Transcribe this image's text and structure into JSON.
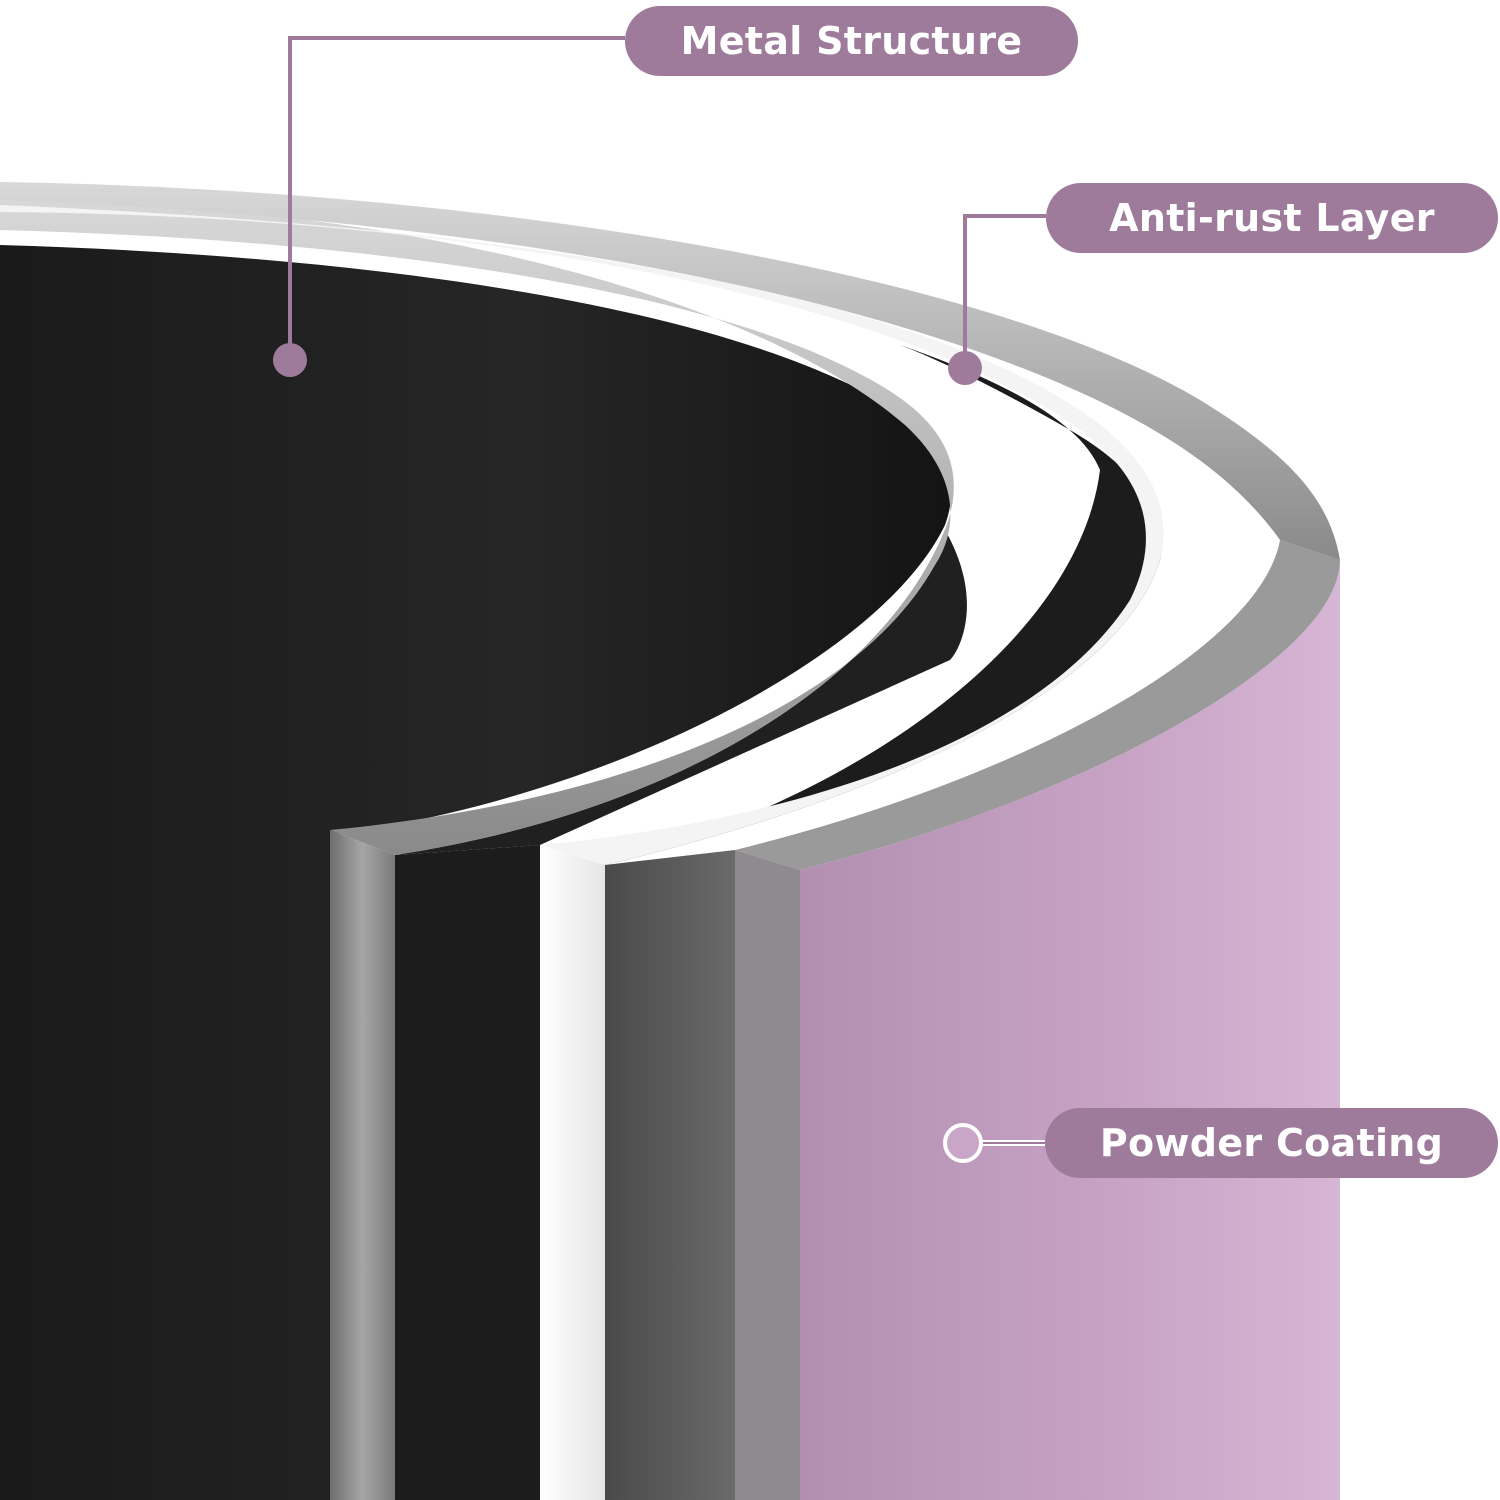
{
  "labels": {
    "metal_structure": "Metal Structure",
    "anti_rust_layer": "Anti-rust Layer",
    "powder_coating": "Powder Coating"
  },
  "colors": {
    "label_background": "#9e7b9b",
    "powder_coating": "#c9a6c7",
    "interior": "#1e1e1e",
    "metal": "#8c8c8c",
    "anti_rust": "#f5f5f5"
  }
}
